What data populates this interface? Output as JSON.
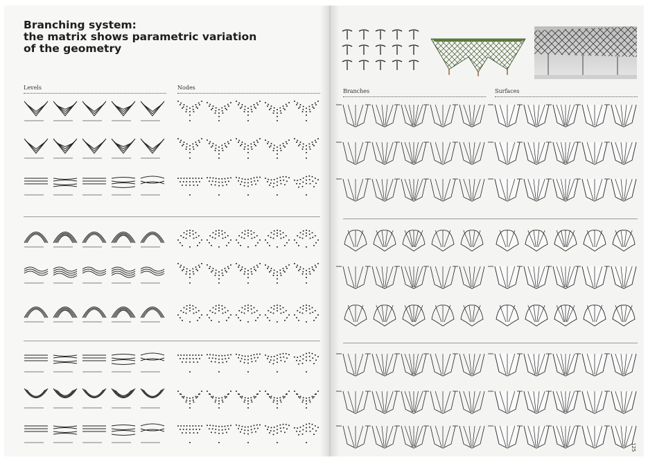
{
  "page": {
    "title_lines": [
      "Branching system:",
      "the matrix shows parametric variation",
      "of the geometry"
    ],
    "page_number": "125"
  },
  "columns": [
    {
      "label": "Levels"
    },
    {
      "label": "Nodes"
    },
    {
      "label": "Branches"
    },
    {
      "label": "Surfaces"
    }
  ],
  "matrix": {
    "row_groups": 3,
    "rows_per_group": 3,
    "cells_per_row": 5,
    "rows": [
      {
        "level_shape": "v",
        "shade": "#222"
      },
      {
        "level_shape": "v",
        "shade": "#222"
      },
      {
        "level_shape": "flat",
        "shade": "#222"
      },
      {
        "level_shape": "arch",
        "shade": "#222"
      },
      {
        "level_shape": "wave",
        "shade": "#222"
      },
      {
        "level_shape": "arch",
        "shade": "#222"
      },
      {
        "level_shape": "flat",
        "shade": "#222"
      },
      {
        "level_shape": "u",
        "shade": "#222"
      },
      {
        "level_shape": "flat",
        "shade": "#222"
      }
    ]
  },
  "thumbnails": [
    {
      "name": "branch-icons"
    },
    {
      "name": "structure-render-green"
    },
    {
      "name": "structure-render-grey"
    }
  ]
}
